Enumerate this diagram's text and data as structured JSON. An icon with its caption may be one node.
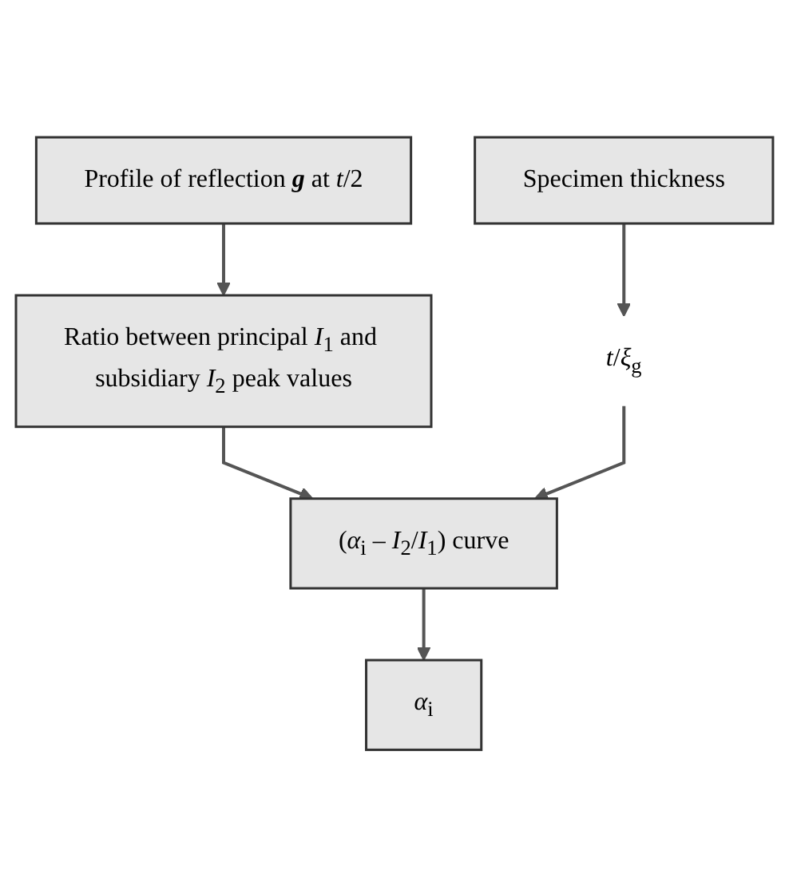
{
  "diagram": {
    "nodes": [
      {
        "text": [
          "Profile of reflection **g** at *t*/2"
        ]
      },
      {
        "text": [
          "Ratio between principal *I*$_{1}$ and subsidiary *I*$_{2}$ peak values"
        ]
      },
      {
        "text": [
          "Specimen thickness"
        ]
      },
      {
        "text": [
          "(*α*$_{i}$ – *I*$_{2}$/*I*$_{1}$) curve"
        ]
      },
      {
        "text": [
          "*t*/*ξ*$_{g}$"
        ]
      },
      {
        "text": [
          "*α*$_{i}$"
        ]
      }
    ],
    "edges": [
      {
        "from": 0,
        "to": 1,
        "arrow": "to"
      },
      {
        "from": 1,
        "to": 3,
        "arrow": "to"
      },
      {
        "from": 2,
        "to": 4,
        "arrow": "to"
      },
      {
        "from": 4,
        "to": 3,
        "arrow": "to"
      },
      {
        "from": 3,
        "to": 5,
        "arrow": "to"
      }
    ]
  }
}
